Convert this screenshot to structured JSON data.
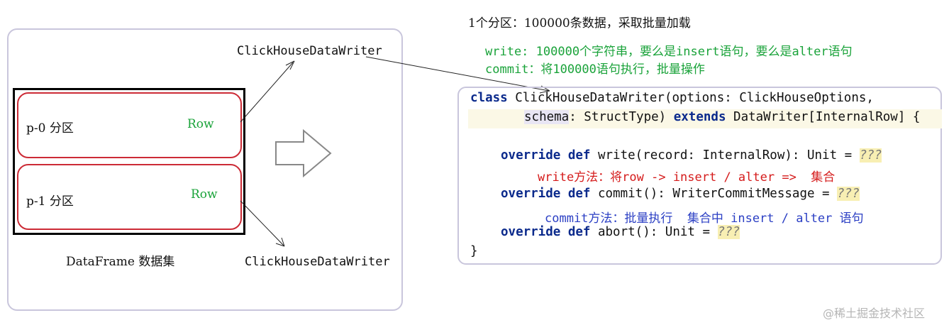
{
  "title": "1个分区：100000条数据，采取批量加载",
  "green_notes": {
    "write": "write: 100000个字符串，要么是insert语句，要么是alter语句",
    "commit": "commit：将100000语句执行，批量操作"
  },
  "left": {
    "partitions": [
      {
        "label": "p-0 分区",
        "row": "Row"
      },
      {
        "label": "p-1 分区",
        "row": "Row"
      }
    ],
    "dataframe_label": "DataFrame 数据集",
    "writer_top": "ClickHouseDataWriter",
    "writer_bottom": "ClickHouseDataWriter"
  },
  "code": {
    "l1_kw": "class",
    "l1_rest": " ClickHouseDataWriter(options: ClickHouseOptions,",
    "l2_schema": "schema",
    "l2_a": ": StructType) ",
    "l2_kw": "extends",
    "l2_b": " DataWriter[InternalRow] {",
    "l3_kw": "override def",
    "l3_rest": " write(record: InternalRow): Unit = ",
    "l3_q": "???",
    "note_write": "write方法：将row -> insert / alter =>  集合",
    "l4_kw": "override def",
    "l4_rest": " commit(): WriterCommitMessage = ",
    "l4_q": "???",
    "note_commit": "commit方法：批量执行  集合中 insert / alter 语句",
    "l5_kw": "override def",
    "l5_rest": " abort(): Unit = ",
    "l5_q": "???",
    "close": "}"
  },
  "watermark": "@稀土掘金技术社区",
  "colors": {
    "partition_border": "#cc2b36",
    "row_text": "#1aa33a",
    "keyword": "#0b2a8c",
    "note_red": "#d51b1b",
    "note_blue": "#2b3fc4"
  }
}
